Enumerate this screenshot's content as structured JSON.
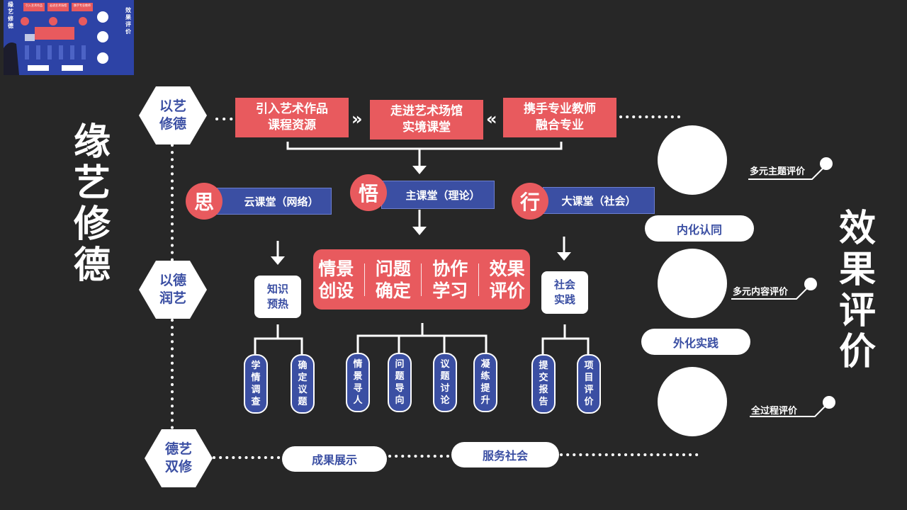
{
  "left_title": "缘\n艺\n修\n德",
  "right_title": "效\n果\n评\n价",
  "hexes": [
    "以艺\n修德",
    "以德\n润艺",
    "德艺\n双修"
  ],
  "top_boxes": [
    "引入艺术作品\n课程资源",
    "走进艺术场馆\n实境课堂",
    "携手专业教师\n融合专业"
  ],
  "chevrons": {
    "left": "»",
    "right": "«"
  },
  "classrooms": [
    {
      "badge": "思",
      "label": "云课堂（网络）"
    },
    {
      "badge": "悟",
      "label": "主课堂（理论）"
    },
    {
      "badge": "行",
      "label": "大课堂（社会）"
    }
  ],
  "core_steps": [
    "情景\n创设",
    "问题\n确定",
    "协作\n学习",
    "效果\n评价"
  ],
  "side_boxes": {
    "left": "知识\n预热",
    "right": "社会\n实践"
  },
  "pills": {
    "left": [
      "学\n情\n调\n查",
      "确\n定\n议\n题"
    ],
    "center": [
      "情\n景\n寻\n人",
      "问\n题\n导\n向",
      "议\n题\n讨\n论",
      "凝\n练\n提\n升"
    ],
    "right": [
      "提\n交\n报\n告",
      "项\n目\n评\n价"
    ]
  },
  "bottom_pills": [
    "成果展示",
    "服务社会"
  ],
  "eval_pills": [
    "内化认同",
    "外化实践"
  ],
  "eval_labels": [
    "多元主题评价",
    "多元内容评价",
    "全过程评价"
  ],
  "thumbnail": {
    "left_title": "缘艺修德",
    "right_title": "效果评价",
    "top_boxes": [
      "引入艺术作品",
      "走进艺术场馆",
      "携手专业教师"
    ]
  },
  "colors": {
    "background": "#272727",
    "accent_red": "#e85a5e",
    "accent_blue": "#3b4fa3",
    "white": "#ffffff"
  }
}
